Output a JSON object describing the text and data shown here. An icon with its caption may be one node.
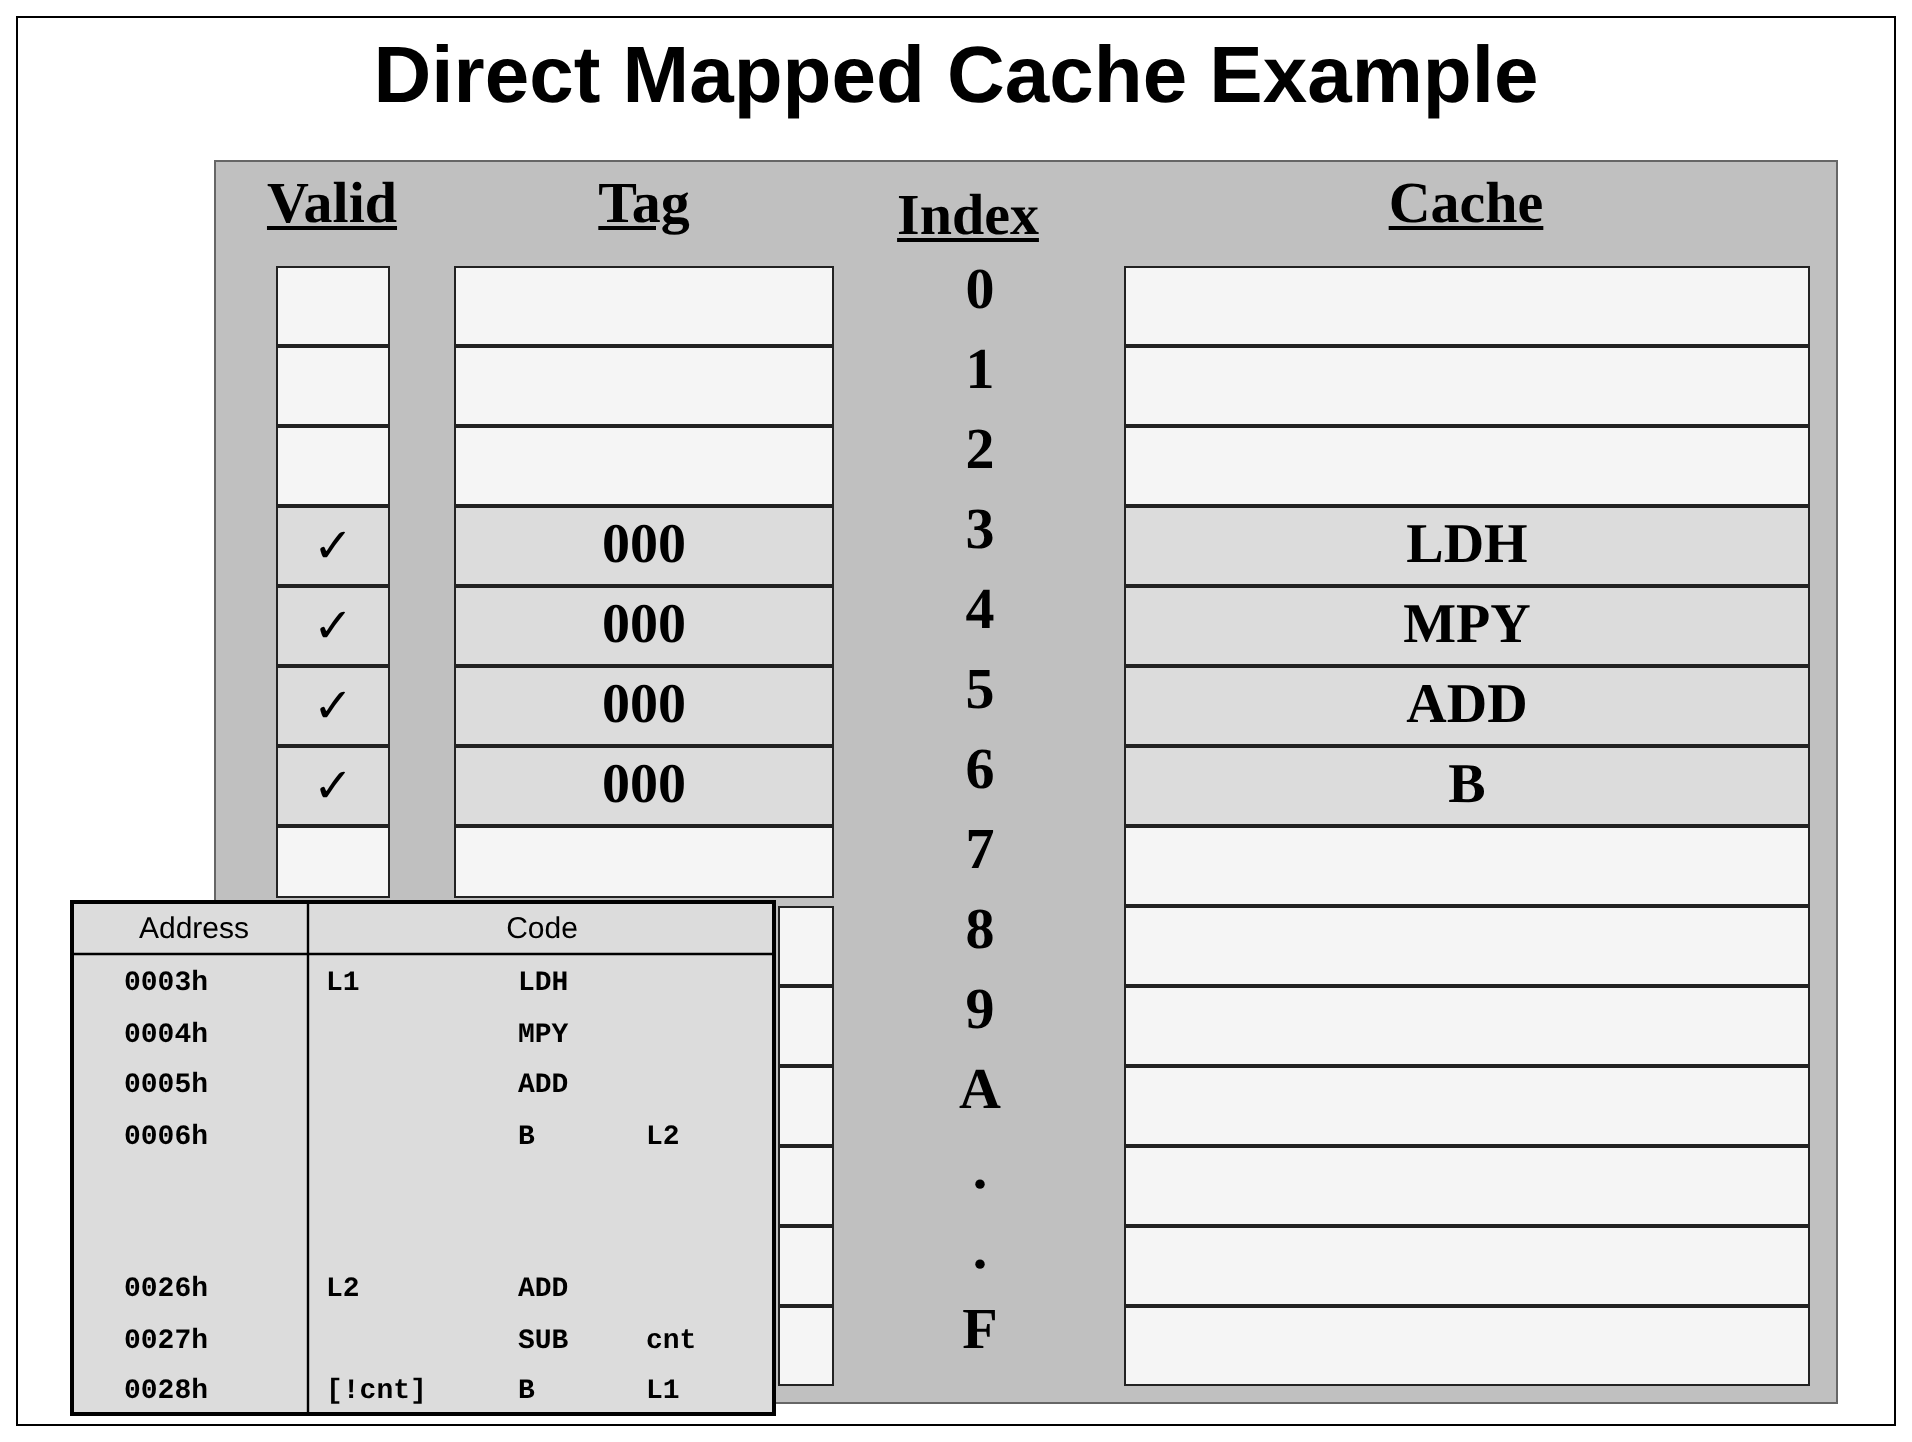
{
  "diagram": {
    "title": "Direct Mapped Cache Example",
    "nodes": [
      {
        "text": [],
        "shape": "box"
      },
      {
        "text": [],
        "shape": "box"
      },
      {
        "text": [],
        "shape": "box"
      },
      {
        "text": [],
        "shape": "box"
      },
      {
        "text": [],
        "shape": "box"
      },
      {
        "text": [],
        "shape": "box"
      },
      {
        "text": [],
        "shape": "box"
      },
      {
        "text": [],
        "shape": "box"
      },
      {
        "text": [],
        "shape": "box"
      },
      {
        "text": [
          "✓"
        ]
      },
      {
        "text": [
          "000"
        ]
      },
      {
        "text": [
          "LDH"
        ]
      },
      {
        "text": [
          "✓"
        ]
      },
      {
        "text": [
          "000"
        ]
      },
      {
        "text": [
          "MPY"
        ]
      },
      {
        "text": [
          "✓"
        ]
      },
      {
        "text": [
          "000"
        ]
      },
      {
        "text": [
          "ADD"
        ]
      },
      {
        "text": [
          "✓"
        ]
      },
      {
        "text": [
          "000"
        ]
      },
      {
        "text": [
          "B"
        ]
      },
      {
        "text": [],
        "shape": "box"
      },
      {
        "text": [],
        "shape": "box"
      },
      {
        "text": [],
        "shape": "box"
      },
      {
        "text": [],
        "shape": "box"
      },
      {
        "text": [],
        "shape": "box"
      },
      {
        "text": [],
        "shape": "box"
      },
      {
        "text": [],
        "shape": "box"
      },
      {
        "text": [],
        "shape": "box"
      },
      {
        "text": [],
        "shape": "box"
      },
      {
        "text": [],
        "shape": "box"
      },
      {
        "text": [],
        "shape": "box"
      },
      {
        "text": [],
        "shape": "box"
      },
      {
        "text": [],
        "shape": "box"
      },
      {
        "text": [],
        "shape": "box"
      },
      {
        "text": [],
        "shape": "box"
      }
    ],
    "labels": [
      "Valid",
      "Tag",
      "Index",
      "Cache",
      "0",
      "1",
      "2",
      "3",
      "4",
      "5",
      "6",
      "7",
      "8",
      "9",
      "A",
      ".",
      ".",
      "F",
      "Address",
      "Code",
      "0003h",
      "L1",
      "LDH",
      "0004h",
      "MPY",
      "0005h",
      "ADD",
      "0006h",
      "B",
      "L2",
      "0026h",
      "L2",
      "ADD",
      "0027h",
      "SUB",
      "cnt",
      "0028h",
      "[!cnt]",
      "B",
      "L1"
    ]
  }
}
